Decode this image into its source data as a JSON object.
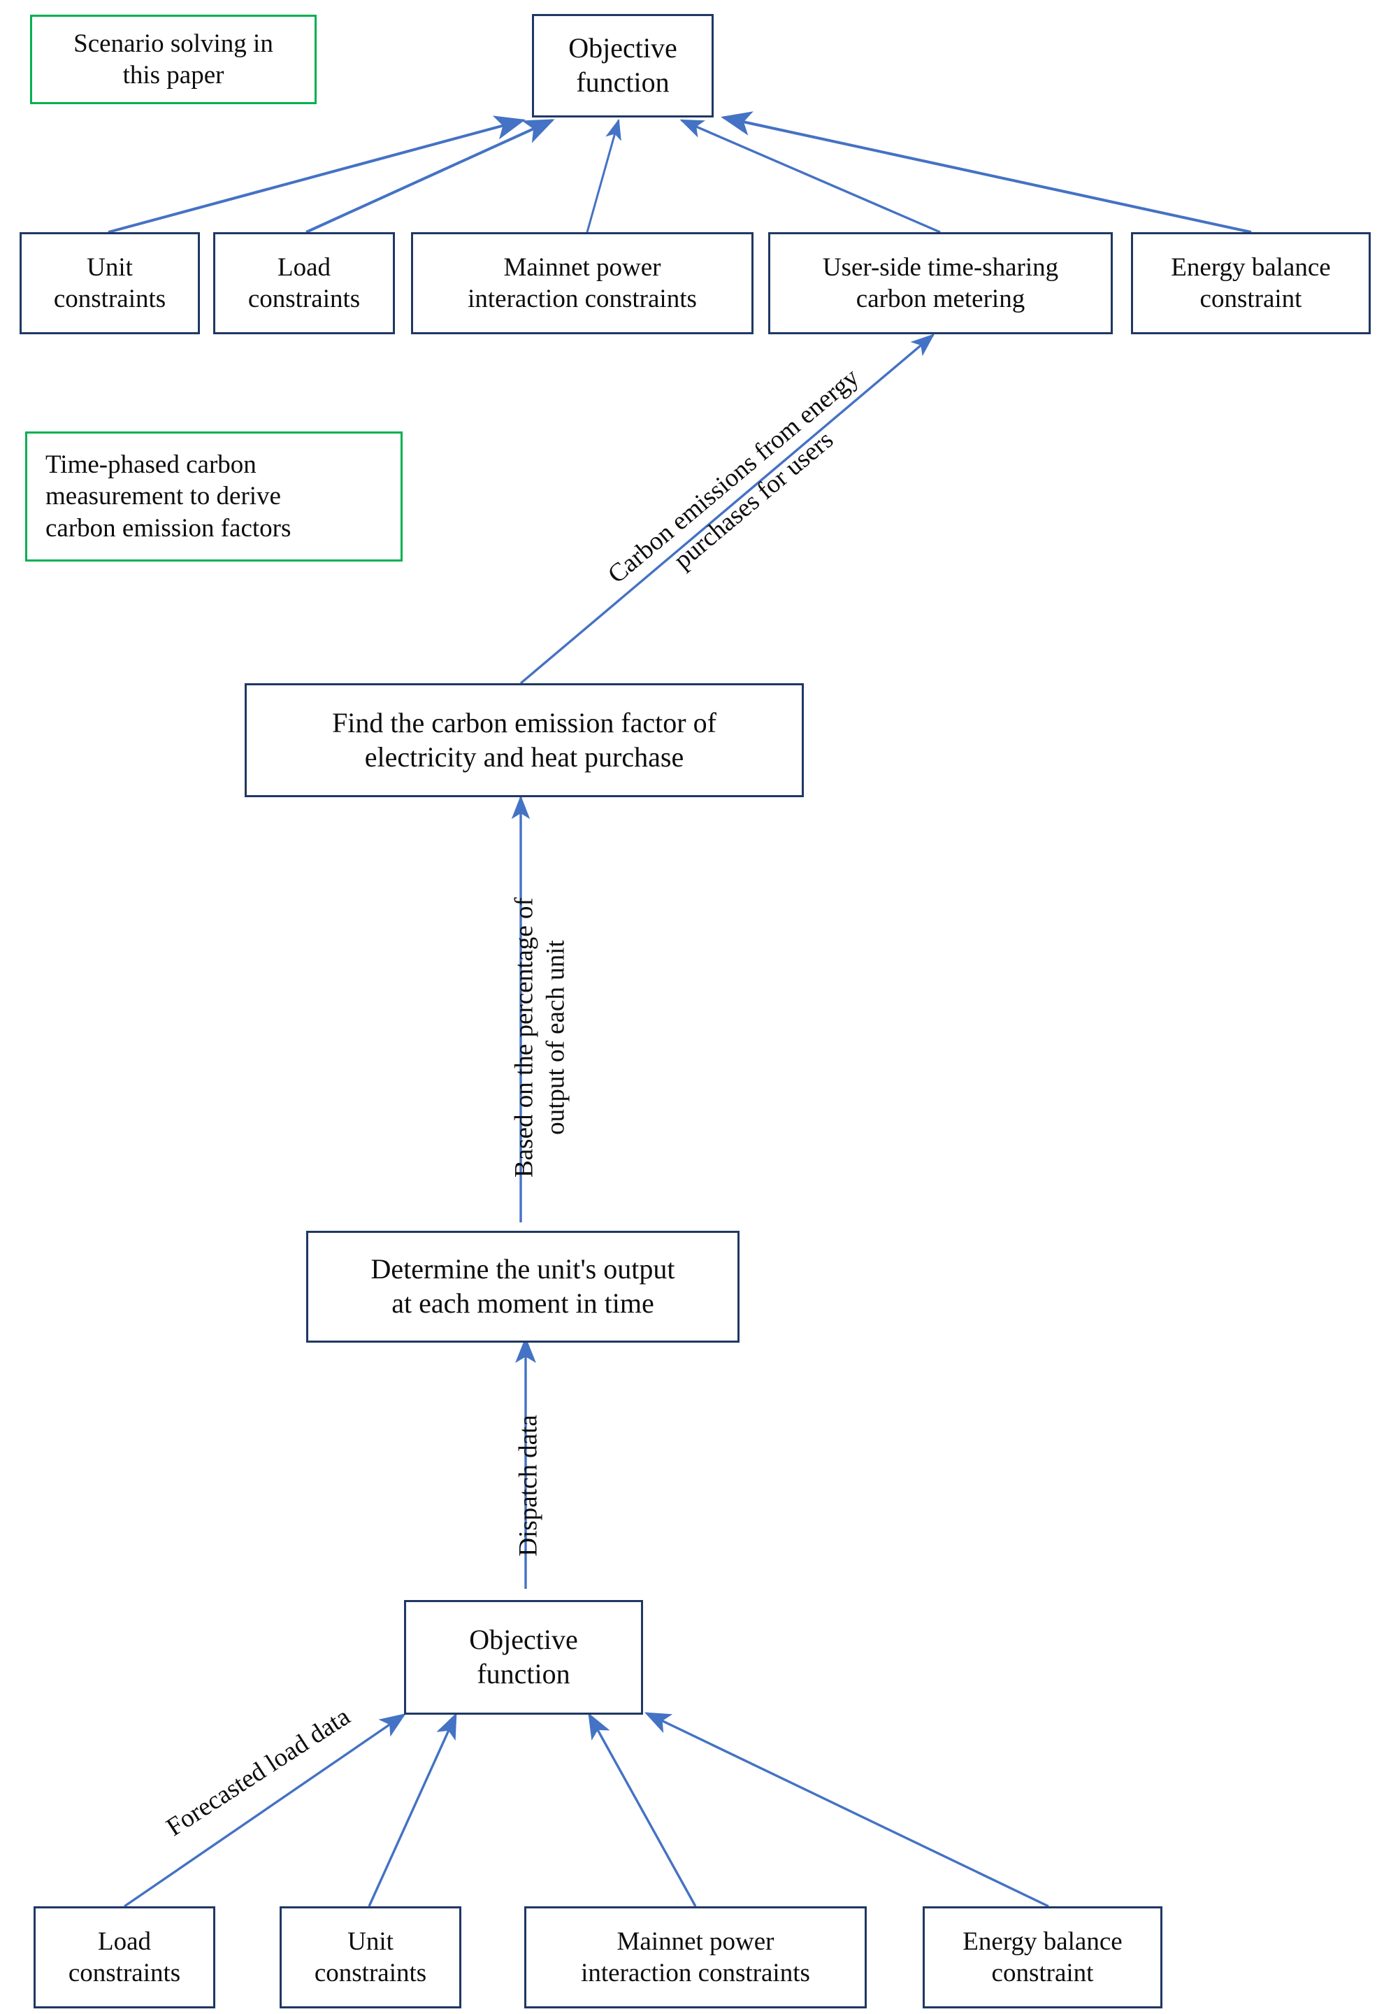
{
  "diagram": {
    "title": "Two-stage carbon metering and dispatch flowchart",
    "colors": {
      "box_border_blue": "#1f3864",
      "box_border_green": "#00b050",
      "arrow_blue": "#4472c4",
      "text": "#0d0d0d",
      "background": "#ffffff"
    },
    "nodes": {
      "scenario_note": "Scenario solving in\nthis paper",
      "objective_top": "Objective\nfunction",
      "unit_constraints_top": "Unit\nconstraints",
      "load_constraints_top": "Load\nconstraints",
      "mainnet_constraints_top": "Mainnet power\ninteraction constraints",
      "user_side_metering": "User-side time-sharing\ncarbon metering",
      "energy_balance_top": "Energy balance\nconstraint",
      "time_phased_note": "Time-phased carbon\nmeasurement to derive\ncarbon emission factors",
      "find_factor": "Find the carbon emission factor of\nelectricity and heat purchase",
      "determine_output": "Determine the unit's output\nat each moment in time",
      "objective_bottom": "Objective\nfunction",
      "load_constraints_bottom": "Load\nconstraints",
      "unit_constraints_bottom": "Unit\nconstraints",
      "mainnet_constraints_bottom": "Mainnet power\ninteraction constraints",
      "energy_balance_bottom": "Energy balance\nconstraint"
    },
    "edge_labels": {
      "carbon_emissions": "Carbon emissions from energy\npurchases for users",
      "percentage_output": "Based on the percentage of\noutput of each unit",
      "dispatch_data": "Dispatch data",
      "forecasted_load": "Forecasted load data"
    }
  }
}
